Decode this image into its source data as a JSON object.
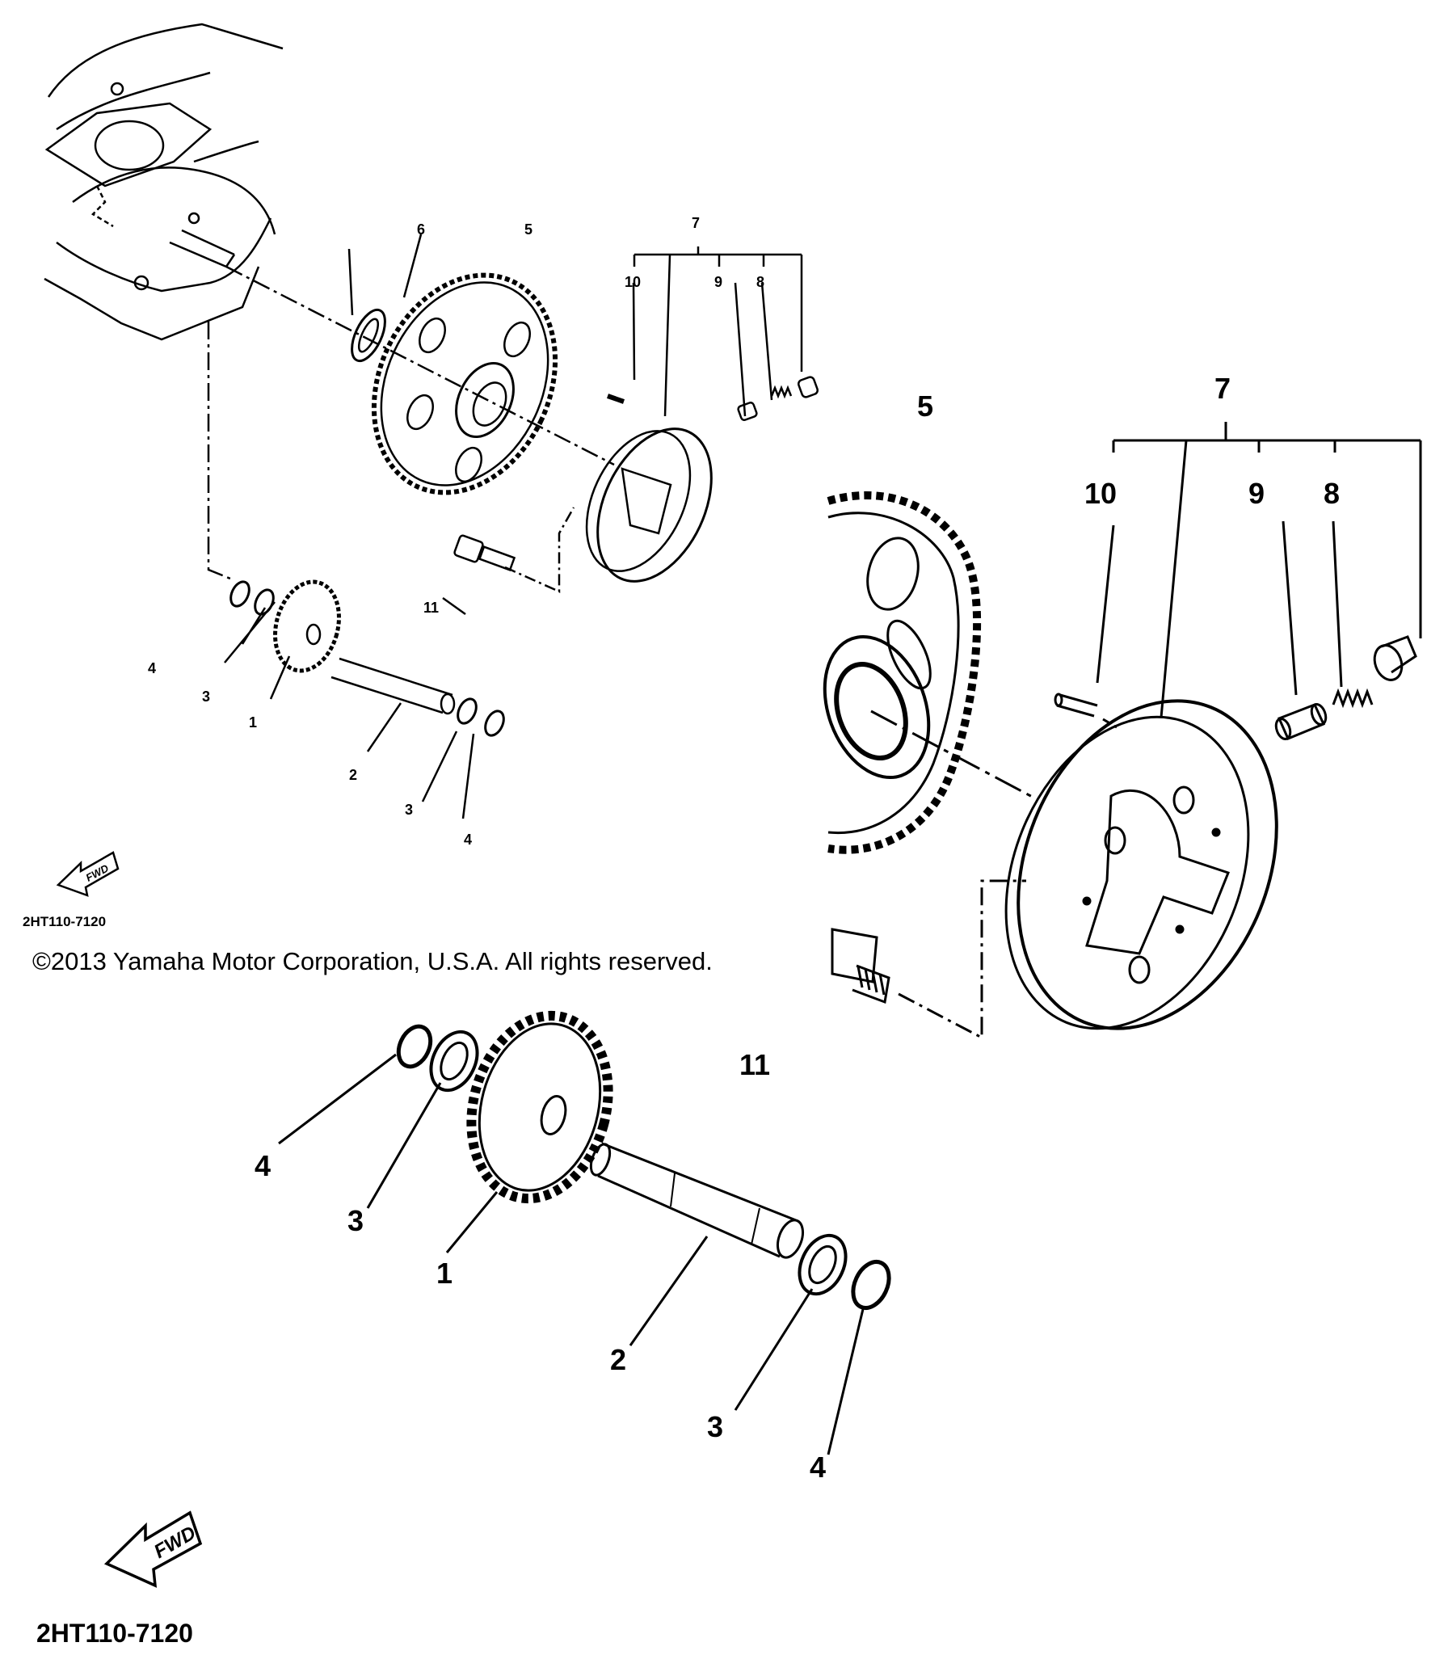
{
  "diagram_code": "2HT110-7120",
  "copyright": "©2013 Yamaha Motor Corporation, U.S.A. All rights reserved.",
  "fwd_label": "FWD",
  "callouts": {
    "p1": "1",
    "p2": "2",
    "p3": "3",
    "p4": "4",
    "p5": "5",
    "p6": "6",
    "p7": "7",
    "p8": "8",
    "p9": "9",
    "p10": "10",
    "p11": "11"
  }
}
